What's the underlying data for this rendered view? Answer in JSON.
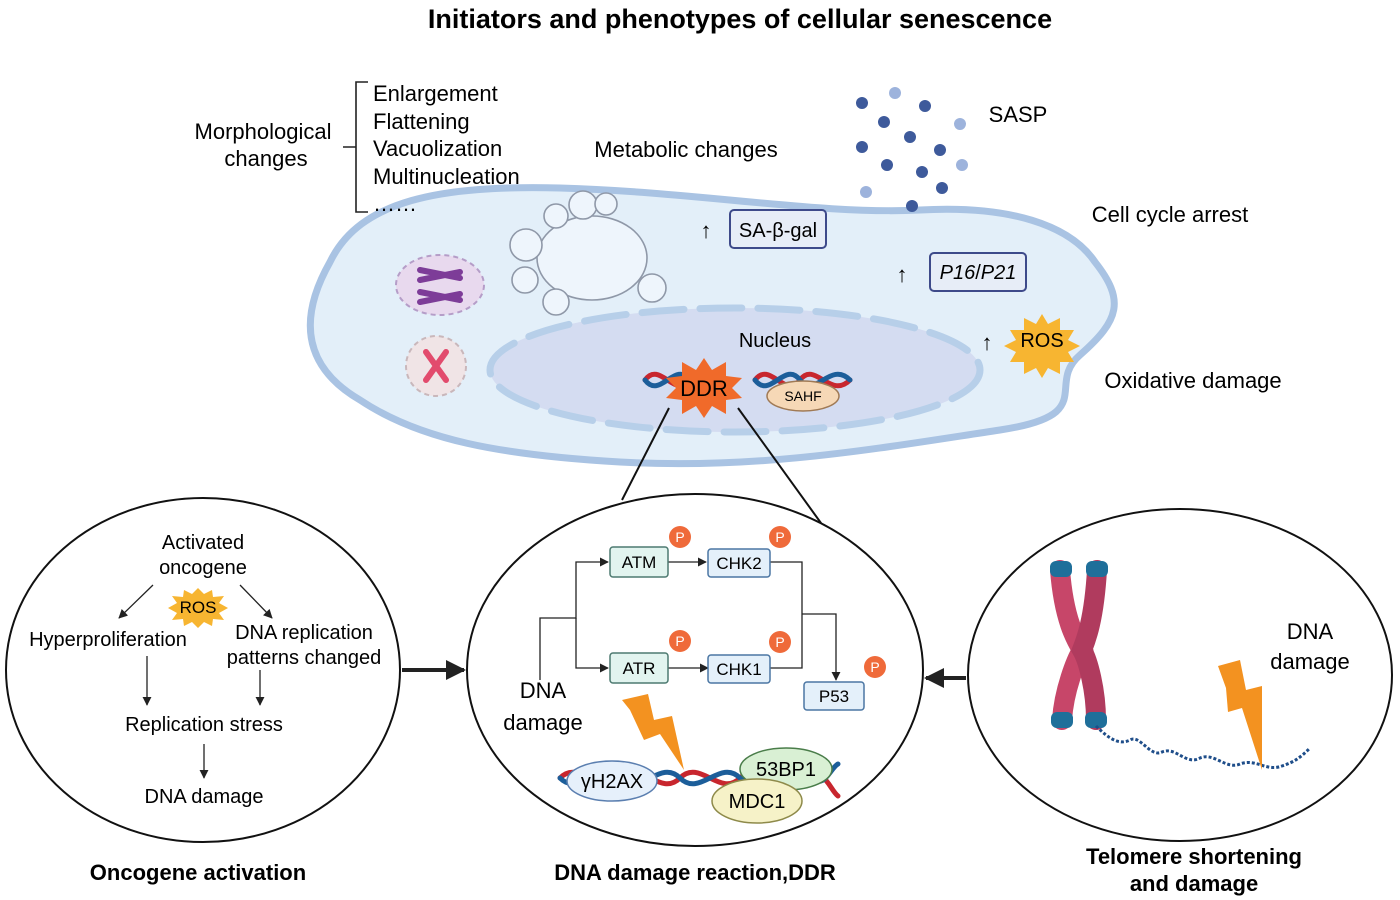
{
  "title": "Initiators and phenotypes of cellular senescence",
  "cell": {
    "morphology": {
      "heading_line1": "Morphological",
      "heading_line2": "changes",
      "items": [
        "Enlargement",
        "Flattening",
        "Vacuolization",
        "Multinucleation",
        "……"
      ]
    },
    "metabolic_label": "Metabolic changes",
    "sa_beta_gal": "SA-β-gal",
    "sasp_label": "SASP",
    "cell_cycle_label": "Cell cycle arrest",
    "p16_p21": {
      "p16": "P16",
      "slash": "/",
      "p21": "P21"
    },
    "ros": "ROS",
    "oxidative_label": "Oxidative damage",
    "nucleus_label": "Nucleus",
    "ddr": "DDR",
    "sahf": "SAHF",
    "up_arrow": "↑"
  },
  "panels": {
    "oncogene": {
      "line1": "Activated",
      "line2": "oncogene",
      "ros": "ROS",
      "hyper": "Hyperproliferation",
      "dna_rep_line1": "DNA replication",
      "dna_rep_line2": "patterns changed",
      "replication_stress": "Replication stress",
      "dna_damage": "DNA damage",
      "caption": "Oncogene activation"
    },
    "ddr": {
      "dna_line1": "DNA",
      "dna_line2": "damage",
      "atm": "ATM",
      "chk2": "CHK2",
      "atr": "ATR",
      "chk1": "CHK1",
      "p53": "P53",
      "phospho": "P",
      "gh2ax": "γH2AX",
      "bp1": "53BP1",
      "mdc1": "MDC1",
      "caption": "DNA damage reaction,DDR"
    },
    "telomere": {
      "dna_line1": "DNA",
      "dna_line2": "damage",
      "caption_line1": "Telomere shortening",
      "caption_line2": "and damage"
    }
  },
  "colors": {
    "cell_fill": "#e3eff9",
    "cell_border": "#a9c3e3",
    "nucleus_fill": "#d4dcf1",
    "burst_orange": "#f06a2a",
    "ros_yellow": "#f7b531",
    "box_teal": "#e2f4ef",
    "box_blue": "#e4f0fa",
    "phospho": "#ef6a3a",
    "chromosome": "#c74669",
    "telomere": "#1f6f9a",
    "lightning": "#f39220",
    "sasp_dark": "#3e5a9b",
    "sasp_light": "#9db3dc"
  },
  "icons": [
    "chromosome-pair-icon",
    "lightning-icon",
    "dna-strand-icon",
    "phosphate-icon",
    "burst-icon"
  ]
}
